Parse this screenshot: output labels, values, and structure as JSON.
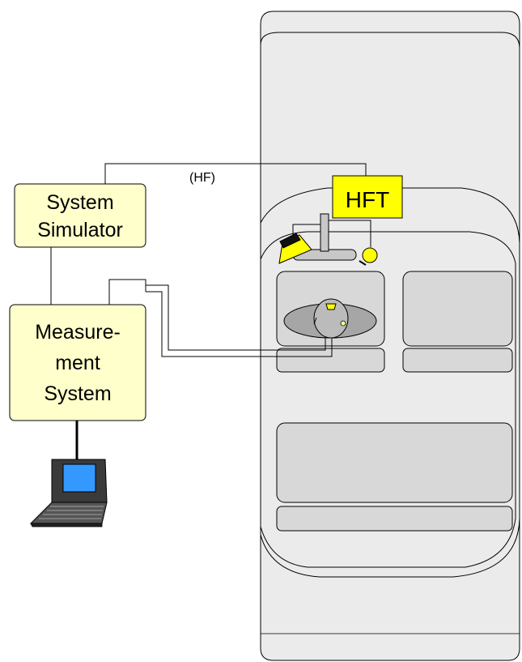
{
  "boxes": {
    "system_simulator": {
      "line1": "System",
      "line2": "Simulator"
    },
    "measurement_system": {
      "line1": "Measure-",
      "line2": "ment",
      "line3": "System"
    },
    "hft": {
      "label": "HFT"
    }
  },
  "connection_labels": {
    "hf": "(HF)"
  },
  "colors": {
    "box_fill": "#ffffcc",
    "hft_fill": "#ffff00",
    "car_fill": "#ebebeb",
    "seat_fill": "#d8d8d8",
    "screen": "#3399ff",
    "laptop": "#404040"
  },
  "icons": [
    "laptop-icon",
    "car-icon",
    "head-and-torso-simulator-icon",
    "microphone-icon",
    "loudspeaker-icon"
  ]
}
